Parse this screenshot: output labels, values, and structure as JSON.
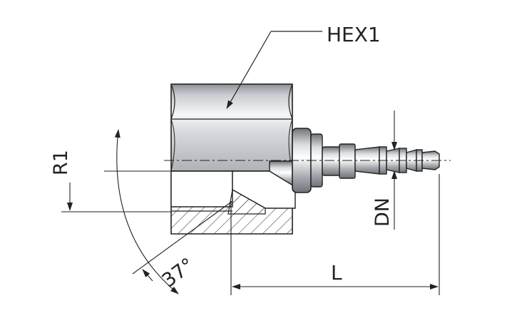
{
  "labels": {
    "hex": "HEX1",
    "thread": "R1",
    "angle": "37°",
    "nominal_diameter": "DN",
    "length": "L"
  },
  "colors": {
    "line": "#222222",
    "steel_dark": "#7a7f84",
    "steel_light": "#f2f3f4",
    "steel_mid": "#b9bdc1",
    "hatch": "#333333"
  }
}
